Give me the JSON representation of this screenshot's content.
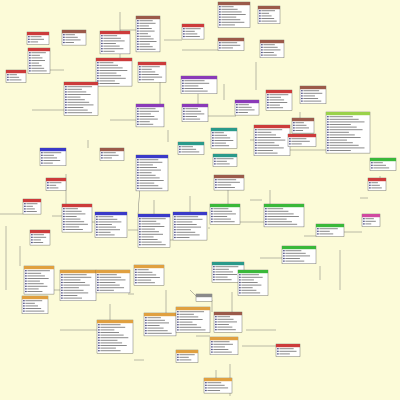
{
  "diagram": {
    "background": "#fcfbd8",
    "header_colors": {
      "red": "#cc3b3b",
      "brown": "#9b5a4a",
      "purple": "#8a3ab8",
      "blue": "#3a3ac8",
      "teal": "#2a9a8a",
      "green": "#3ab83a",
      "lime": "#9ad24a",
      "orange": "#e0a040",
      "pink": "#d04aa0",
      "gray": "#8a8a8a"
    },
    "tables": [
      {
        "color": "brown",
        "rows": 8
      },
      {
        "color": "brown",
        "rows": 5
      },
      {
        "color": "red",
        "rows": 3
      },
      {
        "color": "brown",
        "rows": 4
      },
      {
        "color": "red",
        "rows": 8
      },
      {
        "color": "brown",
        "rows": 12
      },
      {
        "color": "red",
        "rows": 7
      },
      {
        "color": "red",
        "rows": 4
      },
      {
        "color": "brown",
        "rows": 3
      },
      {
        "color": "brown",
        "rows": 5
      },
      {
        "color": "red",
        "rows": 9
      },
      {
        "color": "red",
        "rows": 6
      },
      {
        "color": "purple",
        "rows": 5
      },
      {
        "color": "red",
        "rows": 3
      },
      {
        "color": "red",
        "rows": 11
      },
      {
        "color": "purple",
        "rows": 7
      },
      {
        "color": "purple",
        "rows": 4
      },
      {
        "color": "red",
        "rows": 6
      },
      {
        "color": "brown",
        "rows": 5
      },
      {
        "color": "purple",
        "rows": 5
      },
      {
        "color": "teal",
        "rows": 6
      },
      {
        "color": "red",
        "rows": 10
      },
      {
        "color": "red",
        "rows": 3
      },
      {
        "color": "brown",
        "rows": 4
      },
      {
        "color": "blue",
        "rows": 5
      },
      {
        "color": "blue",
        "rows": 12
      },
      {
        "color": "teal",
        "rows": 3
      },
      {
        "color": "teal",
        "rows": 3
      },
      {
        "color": "brown",
        "rows": 4
      },
      {
        "color": "lime",
        "rows": 14
      },
      {
        "color": "green",
        "rows": 3
      },
      {
        "color": "red",
        "rows": 3
      },
      {
        "color": "brown",
        "rows": 3
      },
      {
        "color": "red",
        "rows": 9
      },
      {
        "color": "red",
        "rows": 4
      },
      {
        "color": "red",
        "rows": 4
      },
      {
        "color": "blue",
        "rows": 8
      },
      {
        "color": "blue",
        "rows": 11
      },
      {
        "color": "blue",
        "rows": 9
      },
      {
        "color": "green",
        "rows": 6
      },
      {
        "color": "green",
        "rows": 7
      },
      {
        "color": "green",
        "rows": 3
      },
      {
        "color": "pink",
        "rows": 3
      },
      {
        "color": "red",
        "rows": 3
      },
      {
        "color": "teal",
        "rows": 6
      },
      {
        "color": "green",
        "rows": 8
      },
      {
        "color": "green",
        "rows": 5
      },
      {
        "color": "orange",
        "rows": 9
      },
      {
        "color": "orange",
        "rows": 10
      },
      {
        "color": "orange",
        "rows": 7
      },
      {
        "color": "orange",
        "rows": 6
      },
      {
        "color": "orange",
        "rows": 5
      },
      {
        "color": "orange",
        "rows": 11
      },
      {
        "color": "orange",
        "rows": 7
      },
      {
        "color": "orange",
        "rows": 8
      },
      {
        "color": "orange",
        "rows": 5
      },
      {
        "color": "brown",
        "rows": 6
      },
      {
        "color": "orange",
        "rows": 3
      },
      {
        "color": "red",
        "rows": 3
      },
      {
        "color": "orange",
        "rows": 4
      },
      {
        "color": "gray",
        "rows": 0
      }
    ]
  }
}
